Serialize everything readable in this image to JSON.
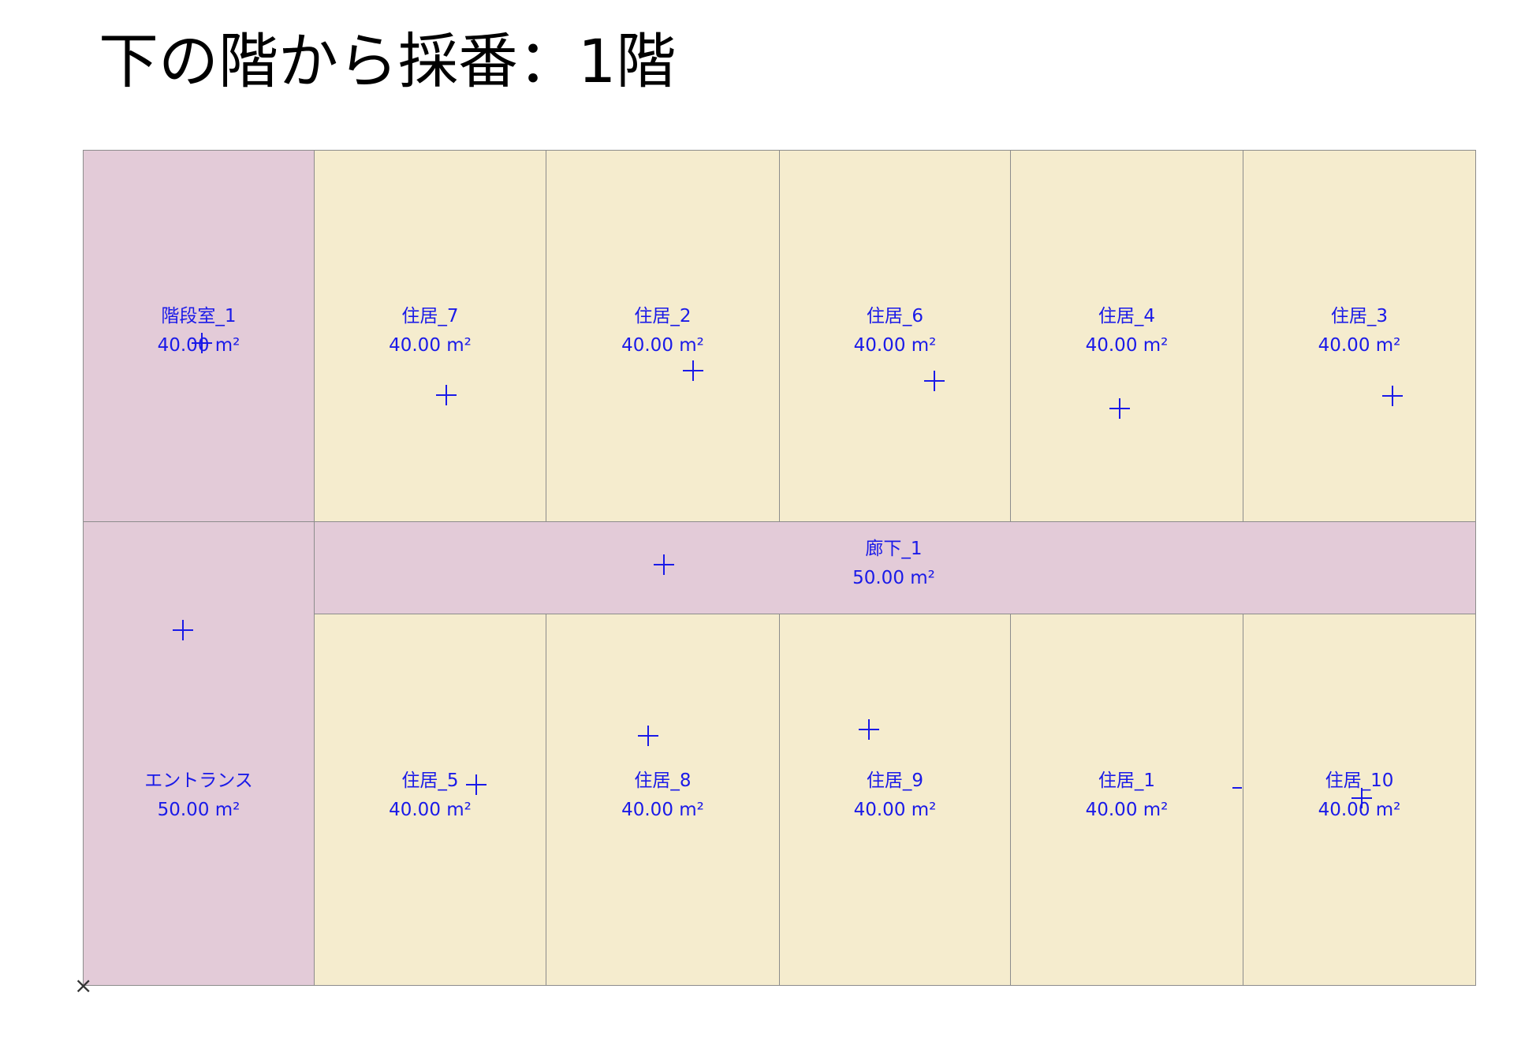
{
  "title": "下の階から採番：1階",
  "colors": {
    "common": "#e3cbd8",
    "dwelling": "#f5ecce",
    "border": "#8c8c8c",
    "label": "#1a1ae8"
  },
  "rooms": [
    {
      "name": "階段室_1",
      "area": "40.00 m²",
      "type": "common"
    },
    {
      "name": "住居_7",
      "area": "40.00 m²",
      "type": "dwelling"
    },
    {
      "name": "住居_2",
      "area": "40.00 m²",
      "type": "dwelling"
    },
    {
      "name": "住居_6",
      "area": "40.00 m²",
      "type": "dwelling"
    },
    {
      "name": "住居_4",
      "area": "40.00 m²",
      "type": "dwelling"
    },
    {
      "name": "住居_3",
      "area": "40.00 m²",
      "type": "dwelling"
    },
    {
      "name": "廊下_1",
      "area": "50.00 m²",
      "type": "common"
    },
    {
      "name": "エントランス",
      "area": "50.00 m²",
      "type": "common"
    },
    {
      "name": "住居_5",
      "area": "40.00 m²",
      "type": "dwelling"
    },
    {
      "name": "住居_8",
      "area": "40.00 m²",
      "type": "dwelling"
    },
    {
      "name": "住居_9",
      "area": "40.00 m²",
      "type": "dwelling"
    },
    {
      "name": "住居_1",
      "area": "40.00 m²",
      "type": "dwelling"
    },
    {
      "name": "住居_10",
      "area": "40.00 m²",
      "type": "dwelling"
    }
  ],
  "origin_marker": "×"
}
